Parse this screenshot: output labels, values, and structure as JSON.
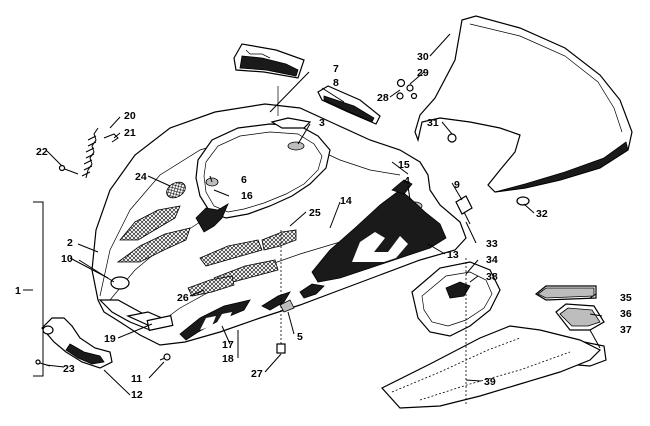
{
  "callouts": [
    "1",
    "2",
    "3",
    "4",
    "5",
    "6",
    "7",
    "8",
    "9",
    "10",
    "11",
    "12",
    "13",
    "14",
    "15",
    "16",
    "17",
    "18",
    "19",
    "20",
    "21",
    "22",
    "23",
    "24",
    "25",
    "26",
    "27",
    "28",
    "29",
    "30",
    "31",
    "32",
    "33",
    "34",
    "35",
    "36",
    "37",
    "38",
    "39"
  ]
}
